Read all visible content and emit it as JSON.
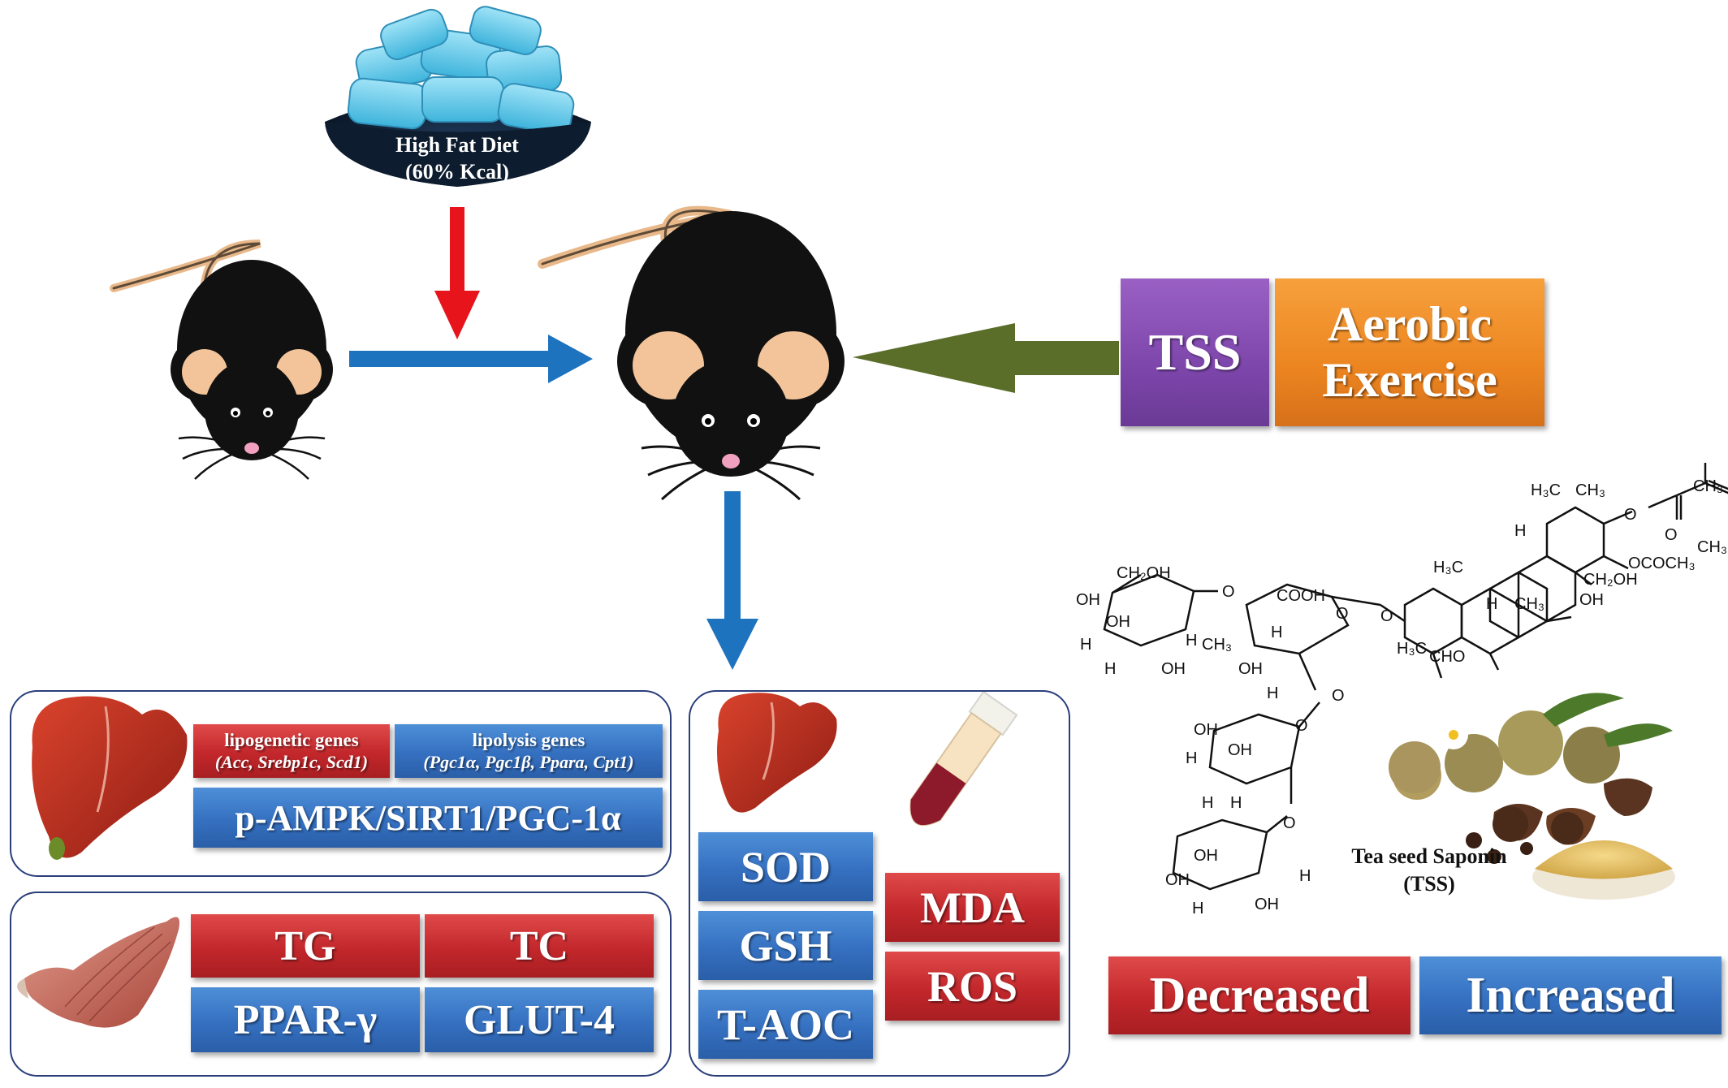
{
  "diet": {
    "line1": "High Fat Diet",
    "line2": "(60% Kcal)"
  },
  "treatment": {
    "tss": "TSS",
    "exercise_line1": "Aerobic",
    "exercise_line2": "Exercise"
  },
  "liver_panel": {
    "lipogenetic": {
      "title": "lipogenetic genes",
      "genes": "(Acc, Srebp1c, Scd1)"
    },
    "lipolysis": {
      "title": "lipolysis genes",
      "genes": "(Pgc1α, Pgc1β, Ppara, Cpt1)"
    },
    "pathway": "p-AMPK/SIRT1/PGC-1α"
  },
  "muscle_panel": {
    "tg": "TG",
    "tc": "TC",
    "ppar": "PPAR-γ",
    "glut": "GLUT-4"
  },
  "oxidative_panel": {
    "sod": "SOD",
    "gsh": "GSH",
    "taoc": "T-AOC",
    "mda": "MDA",
    "ros": "ROS"
  },
  "structure": {
    "caption_line1": "Tea seed Saponin",
    "caption_line2": "(TSS)",
    "labels": {
      "ch2oh": "CH₂OH",
      "oh": "OH",
      "h": "H",
      "ch3": "CH₃",
      "cooh": "COOH",
      "o": "O",
      "h3c": "H₃C",
      "cho": "CHO",
      "ococh3": "OCOCH₃"
    }
  },
  "legend": {
    "decreased": "Decreased",
    "increased": "Increased"
  },
  "colors": {
    "decreased": "#c2272b",
    "increased": "#3570c0",
    "tss": "#7d46ab",
    "exercise": "#ec8520",
    "arrow_blue": "#1e73be",
    "arrow_red": "#e8141b",
    "arrow_green": "#5a6e2a",
    "panel_border": "#2a3f7a"
  }
}
